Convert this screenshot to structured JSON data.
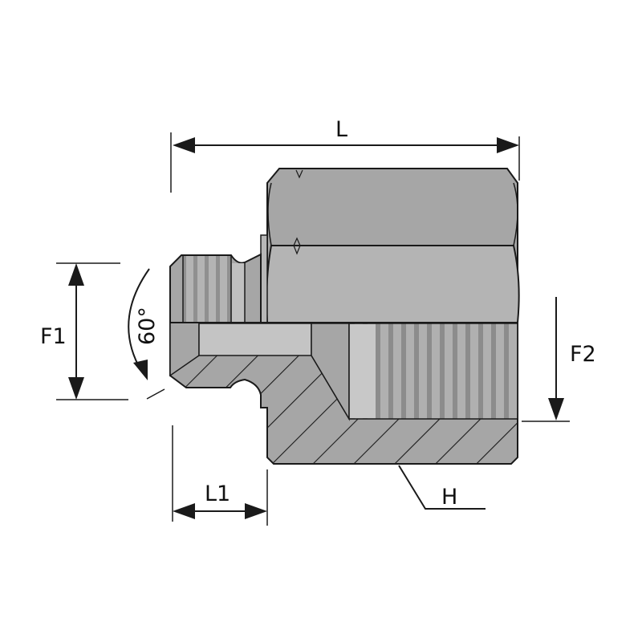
{
  "title": "Male to female thread adapter - technical drawing",
  "dimensions": {
    "length": "L",
    "male_thread": "F1",
    "female_thread": "F2",
    "male_length": "L1",
    "hex": "H",
    "cone_angle": "60°"
  },
  "colors": {
    "body": "#a6a6a6",
    "body_light": "#b4b4b4",
    "outline": "#1a1a1a",
    "thread_dark": "#7c7c7c",
    "bore_light": "#c8c8c8"
  }
}
